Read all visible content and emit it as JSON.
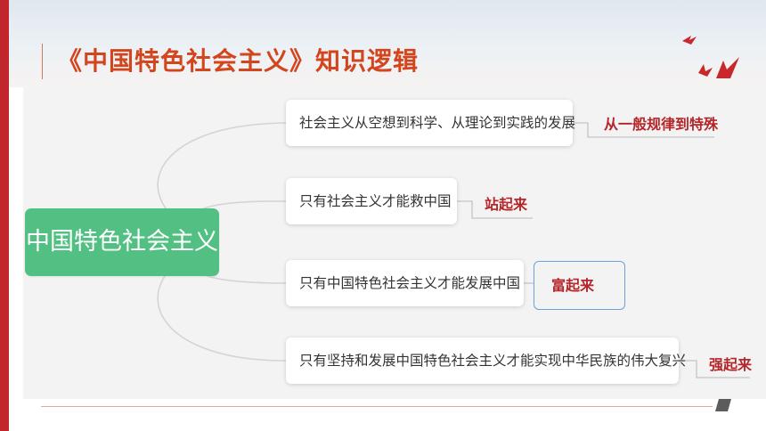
{
  "slide": {
    "title": "《中国特色社会主义》知识逻辑"
  },
  "mindmap": {
    "root": "中国特色社会主义",
    "branches": [
      {
        "text": "社会主义从空想到科学、从理论到实践的发展",
        "tag": "从一般规律到特殊"
      },
      {
        "text": "只有社会主义才能救中国",
        "tag": "站起来"
      },
      {
        "text": "只有中国特色社会主义才能发展中国",
        "tag": "富起来"
      },
      {
        "text": "只有坚持和发展中国特色社会主义才能实现中华民族的伟大复兴",
        "tag": "强起来"
      }
    ]
  },
  "colors": {
    "brand_red": "#c0262c",
    "title_orange": "#d3451d",
    "root_green": "#52c083",
    "tag_red": "#b5262a"
  }
}
